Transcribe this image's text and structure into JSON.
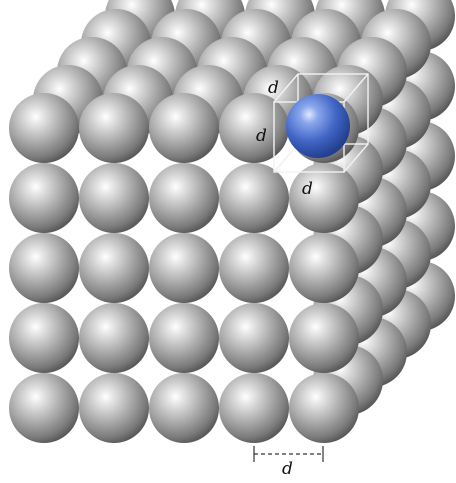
{
  "diagram": {
    "structure": "simple-cubic",
    "layers": 5,
    "rows": 5,
    "columns": 5,
    "sphere_color": "#a8a8a8",
    "highlight_color": "#3f63c4",
    "labels": {
      "unit_cell_top": "d",
      "unit_cell_left": "d",
      "unit_cell_bottom": "d",
      "spacing": "d"
    }
  }
}
